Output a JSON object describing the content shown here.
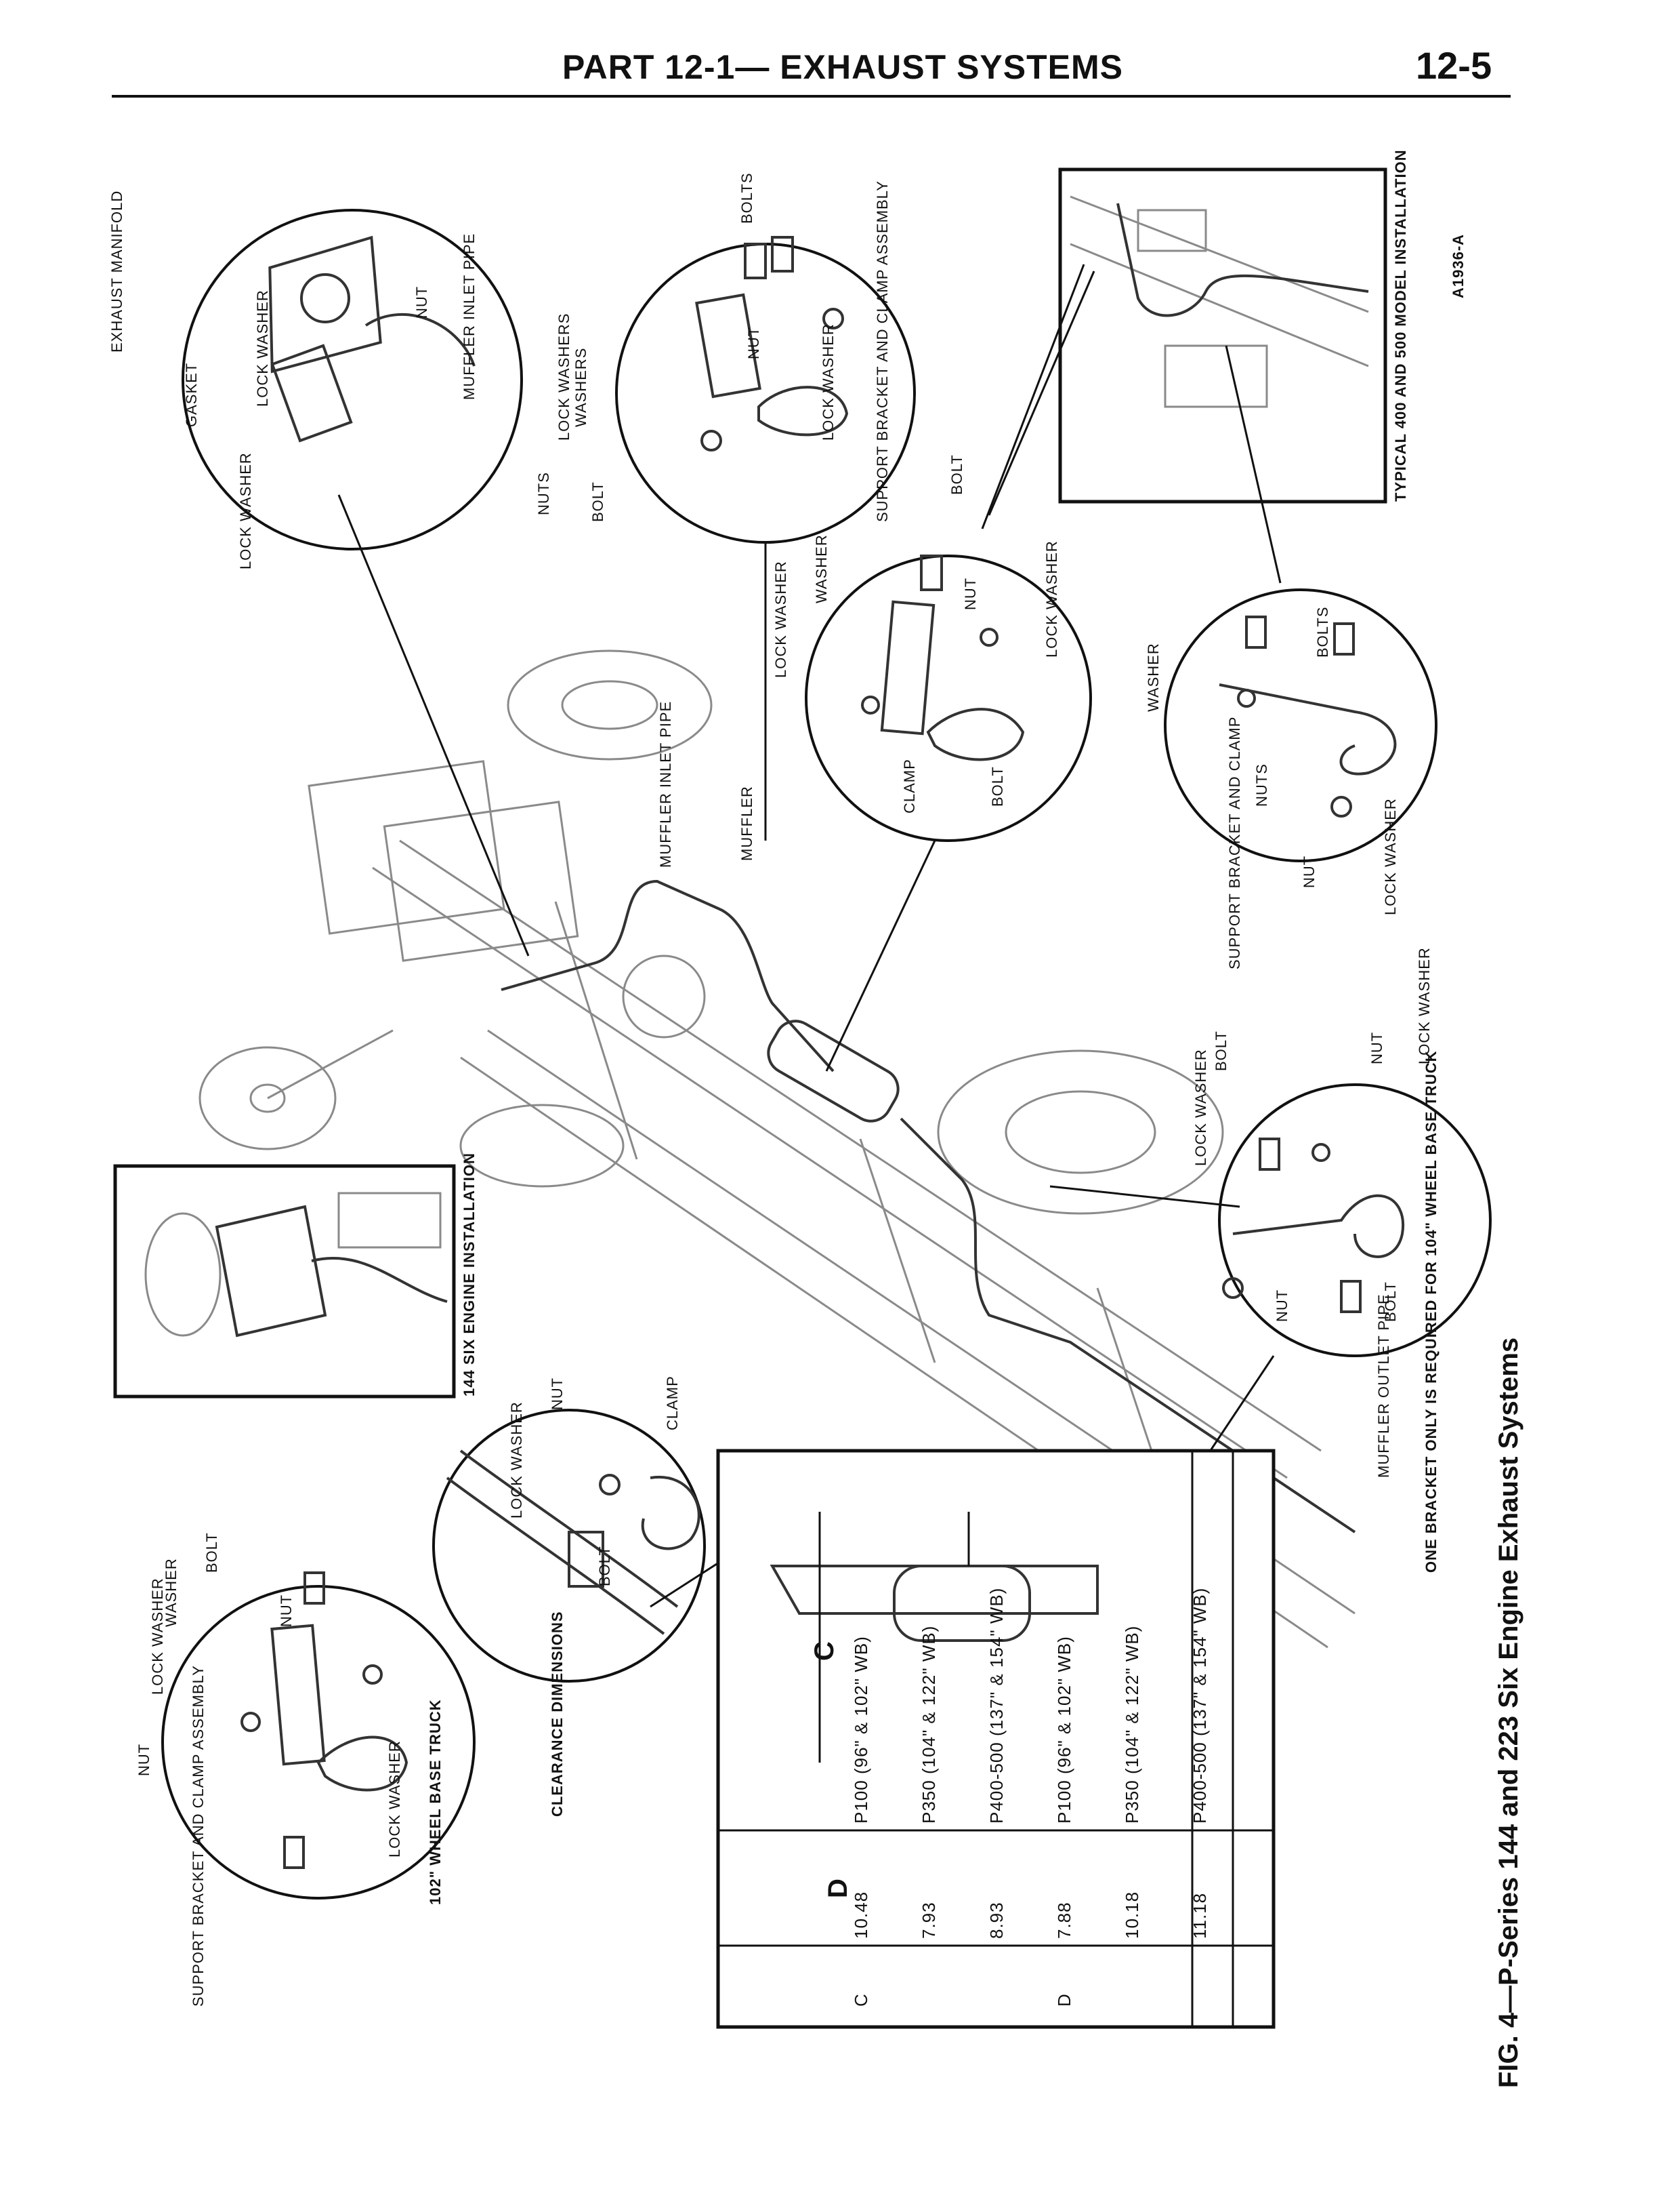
{
  "header": {
    "part": "PART 12-1",
    "section": "— EXHAUST SYSTEMS",
    "page_number": "12-5"
  },
  "figure": {
    "caption": "FIG. 4—P-Series 144 and 223 Six Engine Exhaust Systems",
    "ref_code": "A1936-A",
    "note": "ONE BRACKET ONLY IS REQUIRED FOR 104\" WHEEL BASE TRUCK",
    "inset_typical": "TYPICAL 400 AND 500 MODEL INSTALLATION",
    "inset_144": "144 SIX ENGINE INSTALLATION",
    "inset_102": "102\" WHEEL BASE TRUCK",
    "clearance_title": "CLEARANCE DIMENSIONS",
    "labels": {
      "exhaust_manifold": "EXHAUST MANIFOLD",
      "gasket": "GASKET",
      "lock_washer": "LOCK WASHER",
      "lock_washers": "LOCK WASHERS",
      "washers": "WASHERS",
      "washer": "WASHER",
      "nut": "NUT",
      "nuts": "NUTS",
      "bolt": "BOLT",
      "bolts": "BOLTS",
      "clamp": "CLAMP",
      "muffler": "MUFFLER",
      "muffler_inlet_pipe": "MUFFLER INLET PIPE",
      "muffler_outlet_pipe": "MUFFLER OUTLET PIPE",
      "support_bracket_clamp_assembly": "SUPPORT BRACKET AND CLAMP ASSEMBLY",
      "support_bracket_and_clamp": "SUPPORT BRACKET AND CLAMP",
      "dim_c": "C",
      "dim_d": "D"
    }
  },
  "clearance_table": {
    "rows": [
      {
        "dim": "C",
        "value": "10.48",
        "model": "P100 (96\" & 102\" WB)"
      },
      {
        "dim": "",
        "value": "7.93",
        "model": "P350 (104\" & 122\" WB)"
      },
      {
        "dim": "",
        "value": "8.93",
        "model": "P400-500 (137\" & 154\" WB)"
      },
      {
        "dim": "D",
        "value": "7.88",
        "model": "P100 (96\" & 102\" WB)"
      },
      {
        "dim": "",
        "value": "10.18",
        "model": "P350 (104\" & 122\" WB)"
      },
      {
        "dim": "",
        "value": "11.18",
        "model": "P400-500 (137\" & 154\" WB)"
      }
    ]
  }
}
